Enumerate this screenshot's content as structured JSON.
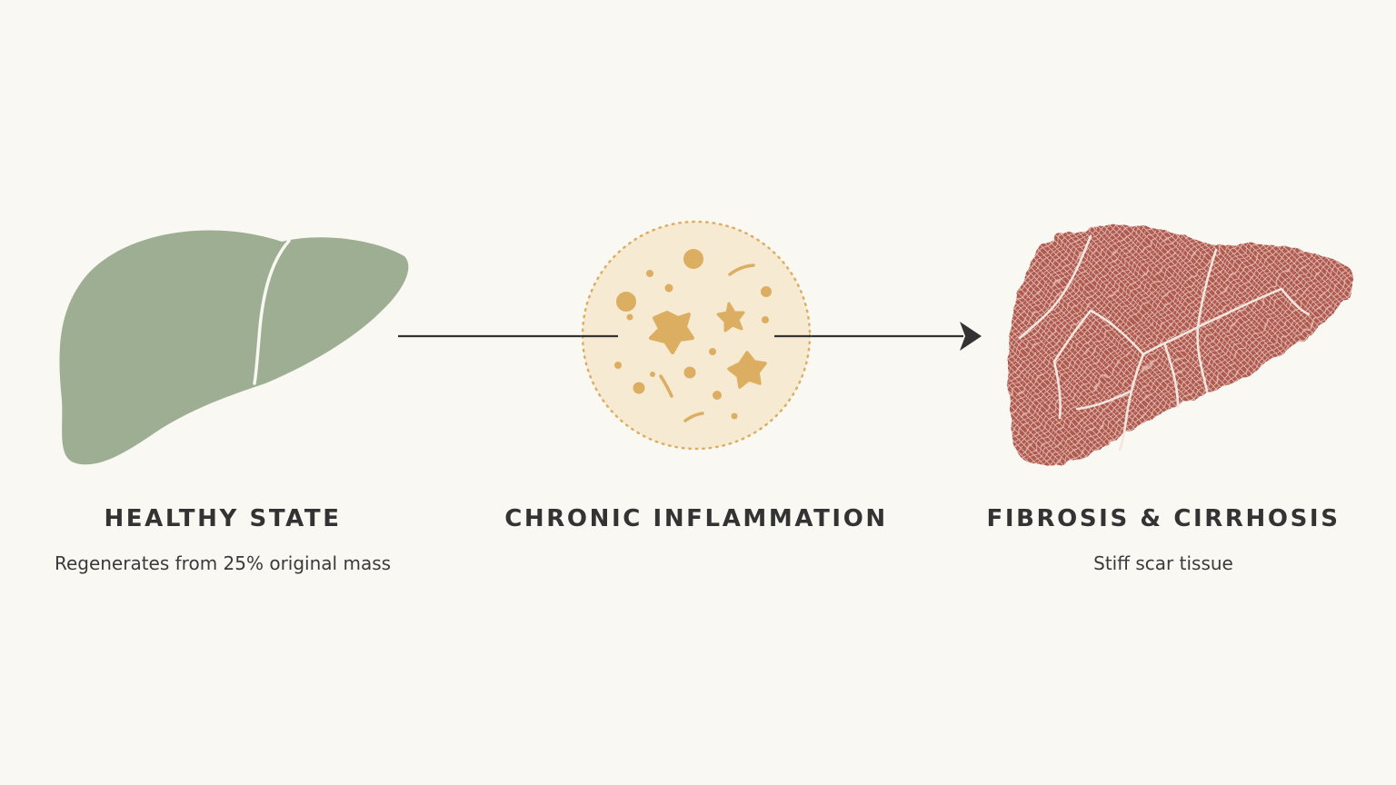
{
  "colors": {
    "background": "#faf8f3",
    "healthy": "#9dae93",
    "inflammation_fill": "#f6ead3",
    "inflammation_accent": "#dcae62",
    "cirrhosis": "#b05a50",
    "arrow": "#333333",
    "text": "#333333"
  },
  "icons": [
    "healthy-liver-icon",
    "inflammation-circle-icon",
    "cirrhotic-liver-icon",
    "arrow-icon"
  ],
  "stages": [
    {
      "title": "HEALTHY STATE",
      "description": "Regenerates from 25% original mass"
    },
    {
      "title": "CHRONIC INFLAMMATION",
      "description": ""
    },
    {
      "title": "FIBROSIS & CIRRHOSIS",
      "description": "Stiff scar tissue"
    }
  ]
}
